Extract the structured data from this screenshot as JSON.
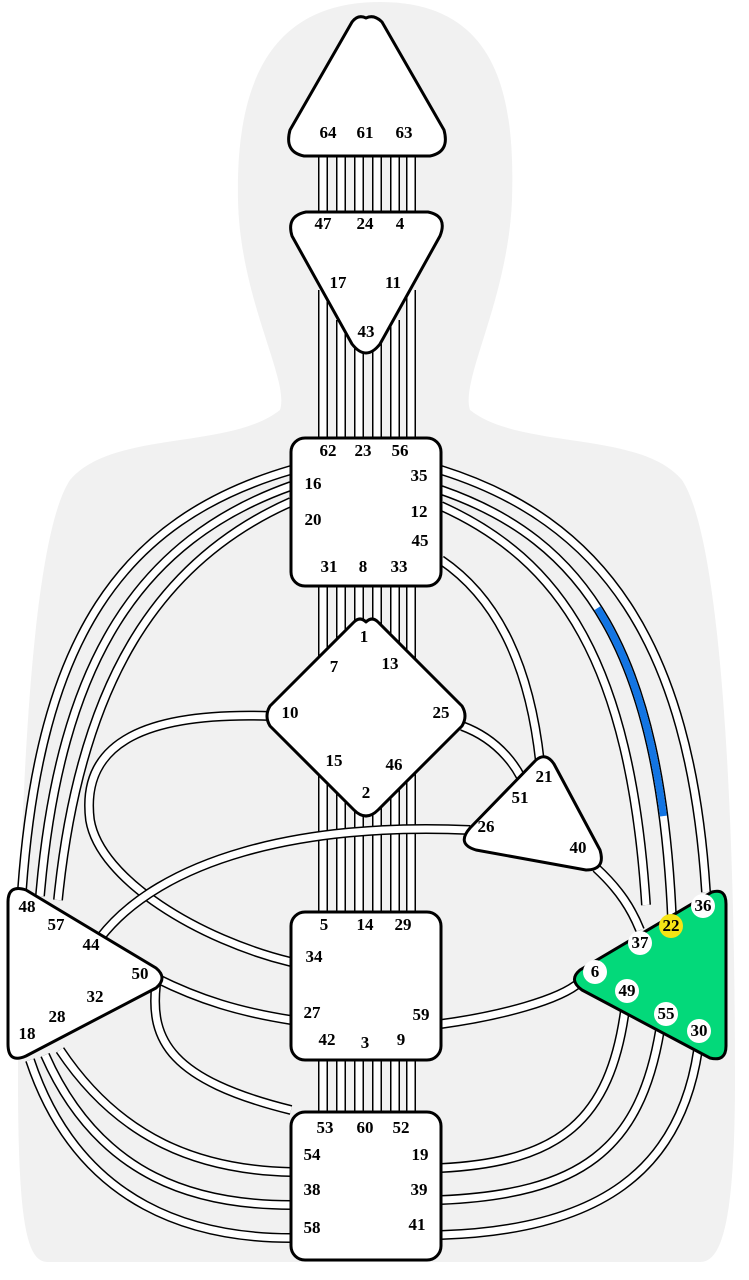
{
  "colors": {
    "silhouette": "#f1f1f1",
    "undefined_center": "#ffffff",
    "defined_center": "#03d97a",
    "active_channel": "#1375e3",
    "active_gate": "#f5e415",
    "outline": "#000000"
  },
  "centers": {
    "head": {
      "shape": "triangle-up",
      "defined": false,
      "gates": [
        "64",
        "61",
        "63"
      ]
    },
    "ajna": {
      "shape": "triangle-down",
      "defined": false,
      "gates": [
        "47",
        "24",
        "4",
        "17",
        "11",
        "43"
      ]
    },
    "throat": {
      "shape": "square",
      "defined": false,
      "gates": [
        "62",
        "23",
        "56",
        "16",
        "35",
        "20",
        "12",
        "45",
        "31",
        "8",
        "33"
      ]
    },
    "g": {
      "shape": "diamond",
      "defined": false,
      "gates": [
        "1",
        "7",
        "13",
        "10",
        "25",
        "15",
        "46",
        "2"
      ]
    },
    "ego": {
      "shape": "triangle",
      "defined": false,
      "gates": [
        "21",
        "51",
        "26",
        "40"
      ]
    },
    "spleen": {
      "shape": "triangle-right",
      "defined": false,
      "gates": [
        "48",
        "57",
        "44",
        "50",
        "32",
        "28",
        "18"
      ]
    },
    "sacral": {
      "shape": "square",
      "defined": false,
      "gates": [
        "5",
        "14",
        "29",
        "34",
        "27",
        "59",
        "42",
        "3",
        "9"
      ]
    },
    "solar_plexus": {
      "shape": "triangle-left",
      "defined": true,
      "gates": [
        "36",
        "22",
        "37",
        "6",
        "49",
        "55",
        "30"
      ],
      "active_gate": "22"
    },
    "root": {
      "shape": "square",
      "defined": false,
      "gates": [
        "53",
        "60",
        "52",
        "54",
        "19",
        "38",
        "39",
        "58",
        "41"
      ]
    }
  },
  "active_channels": [
    {
      "gates": [
        "12",
        "22"
      ],
      "activated_side": "22"
    }
  ]
}
